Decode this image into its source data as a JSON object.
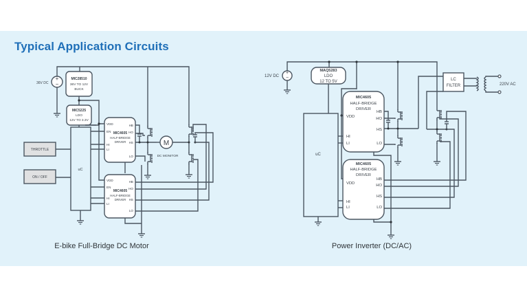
{
  "title": "Typical Application Circuits",
  "colors": {
    "title": "#1f6fb8",
    "panel": "#e1f2fa",
    "wire": "#4a5560"
  },
  "left_circuit": {
    "caption": "E-bike Full-Bridge DC Motor",
    "source_label": "36V DC",
    "buck": {
      "name": "MIC28510",
      "line1": "36V TO 12V",
      "line2": "BUCK"
    },
    "ldo": {
      "name": "MIC5225",
      "line1": "LDO",
      "line2": "12V TO 3.3V"
    },
    "throttle": "THROTTLE",
    "on_off": "ON / OFF",
    "uc": "uC",
    "driver_top": {
      "name": "MIC4605",
      "line1": "HALF-BRIDGE",
      "line2": "DRIVER",
      "pins_left": [
        "VDD",
        "EN",
        "HI",
        "LI"
      ],
      "pins_right": [
        "HB",
        "HO",
        "HS",
        "LO"
      ]
    },
    "driver_bottom": {
      "name": "MIC4605",
      "line1": "HALF-BRIDGE",
      "line2": "DRIVER",
      "pins_left": [
        "VDD",
        "EN",
        "HI",
        "LI"
      ],
      "pins_right": [
        "HB",
        "HO",
        "HS",
        "LO"
      ]
    },
    "motor_symbol": "M",
    "motor_label": "DC MONITOR"
  },
  "right_circuit": {
    "caption": "Power Inverter (DC/AC)",
    "source_label": "12V DC",
    "ldo": {
      "name": "MAQ5283",
      "line1": "LDO",
      "line2": "12 TO 5V"
    },
    "uc": "uC",
    "driver_top": {
      "name": "MIC4605",
      "line1": "HALF-BRIDGE",
      "line2": "DRIVER",
      "pins_left": [
        "VDD",
        "HI",
        "LI"
      ],
      "pins_right": [
        "HB",
        "HO",
        "HS",
        "LO"
      ]
    },
    "driver_bottom": {
      "name": "MIC4605",
      "line1": "HALF-BRIDGE",
      "line2": "DRIVER",
      "pins_left": [
        "VDD",
        "HI",
        "LI"
      ],
      "pins_right": [
        "HB",
        "HO",
        "HS",
        "LO"
      ]
    },
    "filter": {
      "line1": "LC",
      "line2": "FILTER"
    },
    "output_label": "220V AC"
  }
}
